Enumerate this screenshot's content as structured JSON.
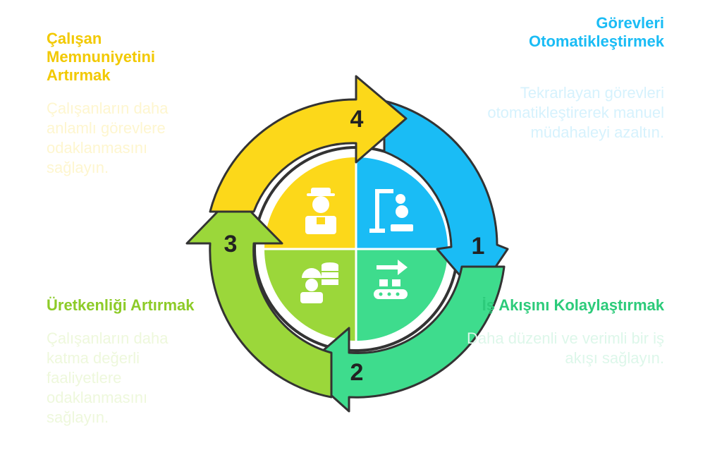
{
  "steps": [
    {
      "number": "1",
      "title": "Görevleri Otomatikleştirmek",
      "description": "Tekrarlayan görevleri otomatikleştirerek manuel müdahaleyi azaltın.",
      "color": "#1ABCF5",
      "icon": "robot-arm-icon"
    },
    {
      "number": "2",
      "title": "İş Akışını Kolaylaştırmak",
      "description": "Daha düzenli ve verimli bir iş akışı sağlayın.",
      "color": "#3EDC8D",
      "icon": "conveyor-icon"
    },
    {
      "number": "3",
      "title": "Üretkenliği Artırmak",
      "description": "Çalışanların daha katma değerli faaliyetlere odaklanmasını sağlayın.",
      "color": "#9BD73A",
      "icon": "worker-database-icon"
    },
    {
      "number": "4",
      "title": "Çalışan Memnuniyetini Artırmak",
      "description": "Çalışanların daha anlamlı görevlere odaklanmasını sağlayın.",
      "color": "#FCD81A",
      "icon": "happy-worker-icon"
    }
  ]
}
